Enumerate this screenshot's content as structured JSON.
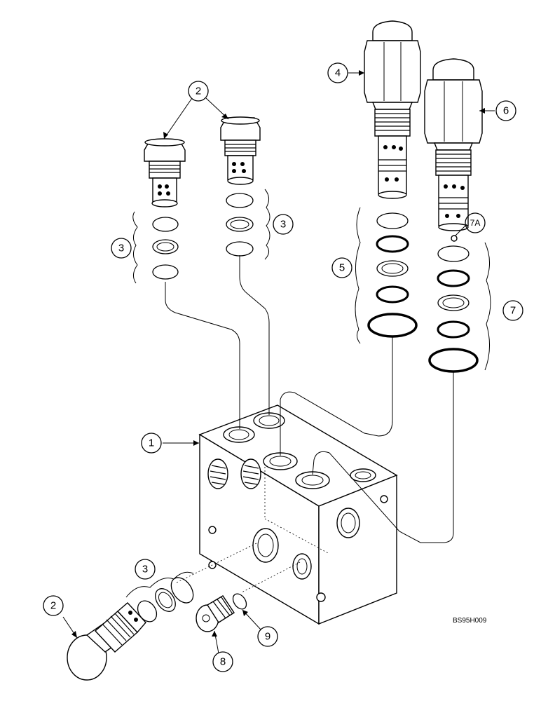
{
  "callouts": {
    "c1": "1",
    "c2a": "2",
    "c2b": "2",
    "c3a": "3",
    "c3b": "3",
    "c3c": "3",
    "c4": "4",
    "c5": "5",
    "c6": "6",
    "c7": "7",
    "c7a": "7A",
    "c8": "8",
    "c9": "9"
  },
  "reference_code": "BS95H009"
}
